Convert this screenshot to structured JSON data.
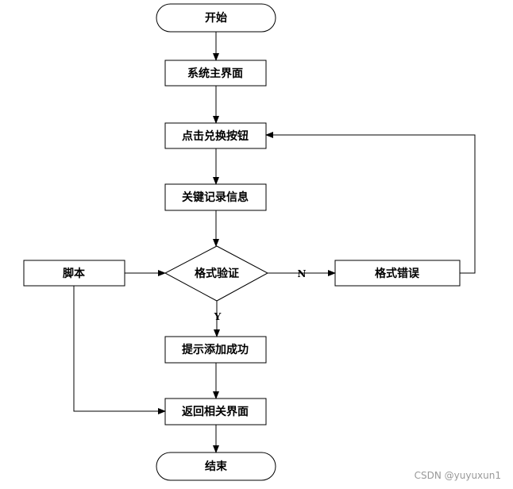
{
  "nodes": {
    "start": "开始",
    "main_ui": "系统主界面",
    "click_exchange": "点击兑换按钮",
    "key_record": "关键记录信息",
    "script": "脚本",
    "format_check": "格式验证",
    "format_error": "格式错误",
    "success_prompt": "提示添加成功",
    "return_ui": "返回相关界面",
    "end": "结束"
  },
  "edges": {
    "no_label": "N",
    "yes_label": "Y"
  },
  "watermark": "CSDN @yuyuxun1"
}
